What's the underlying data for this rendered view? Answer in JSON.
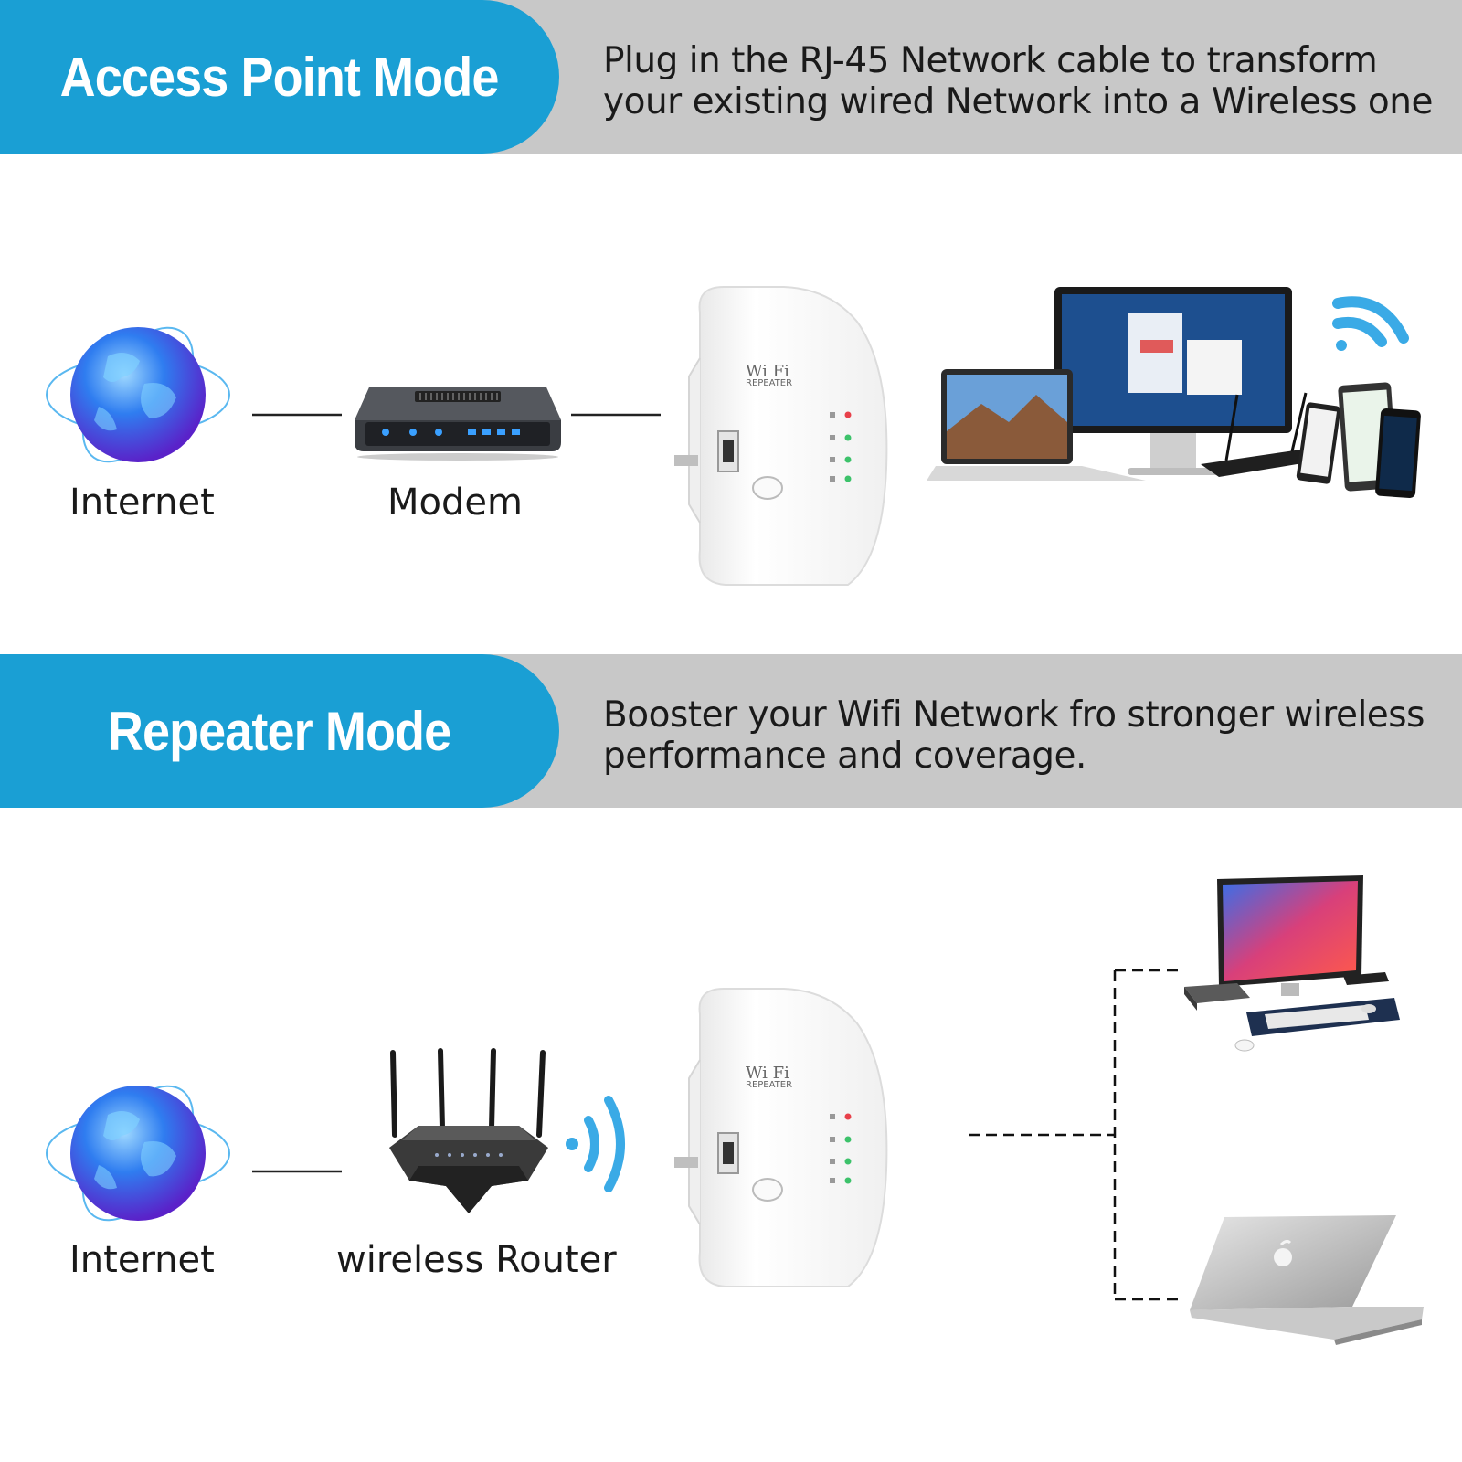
{
  "sections": {
    "ap": {
      "title": "Access Point Mode",
      "description_lines": [
        "Plug in the RJ-45 Network cable to transform",
        "your existing wired Network into a Wireless one"
      ],
      "labels": {
        "internet": "Internet",
        "modem": "Modem"
      }
    },
    "repeater": {
      "title": "Repeater Mode",
      "description_lines": [
        "Booster your Wifi Network fro stronger wireless",
        "performance and coverage."
      ],
      "labels": {
        "internet": "Internet",
        "router": "wireless Router"
      }
    }
  },
  "device": {
    "brand_line": "Wi Fi",
    "model_line": "REPEATER"
  },
  "colors": {
    "accent": "#1a9fd4",
    "band": "#c8c8c8",
    "wifi": "#3aaae6",
    "led_red": "#e8404a",
    "led_green": "#3cc26a"
  },
  "icons": [
    "globe-icon",
    "modem-icon",
    "repeater-icon",
    "wifi-signal-icon",
    "router-icon",
    "devices-icon",
    "desktop-icon",
    "laptop-icon"
  ]
}
